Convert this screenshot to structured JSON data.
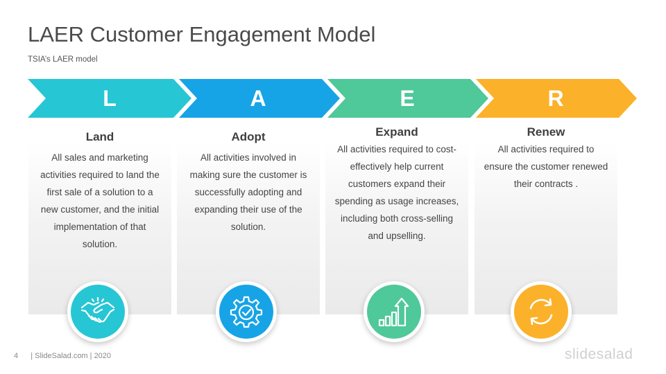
{
  "slide": {
    "title": "LAER Customer Engagement Model",
    "subtitle": "TSIA’s LAER model",
    "page_number": "4",
    "footer_text": "| SlideSalad.com | 2020",
    "brand": "slidesalad"
  },
  "colors": {
    "land": "#27c6d4",
    "adopt": "#17a4e6",
    "expand": "#4fc89a",
    "renew": "#fbb12a"
  },
  "stages": [
    {
      "letter": "L",
      "title": "Land",
      "description_lines": [
        "All sales and marketing",
        "activities required to land the",
        "first sale of a solution to a",
        "new customer, and the initial",
        "implementation of that",
        "solution."
      ],
      "icon": "handshake-icon"
    },
    {
      "letter": "A",
      "title": "Adopt",
      "description_lines": [
        "All activities involved in",
        "making sure the customer is",
        "successfully adopting and",
        "expanding their use of the",
        "solution."
      ],
      "icon": "gear-check-icon"
    },
    {
      "letter": "E",
      "title": "Expand",
      "description_lines": [
        "All activities required to cost-",
        "effectively help current",
        "customers expand their",
        "spending as usage increases,",
        "including both cross-selling",
        "and upselling."
      ],
      "icon": "growth-chart-icon"
    },
    {
      "letter": "R",
      "title": "Renew",
      "description_lines": [
        "All activities required to",
        "ensure the customer renewed",
        "their contracts ."
      ],
      "icon": "renew-cycle-icon"
    }
  ]
}
